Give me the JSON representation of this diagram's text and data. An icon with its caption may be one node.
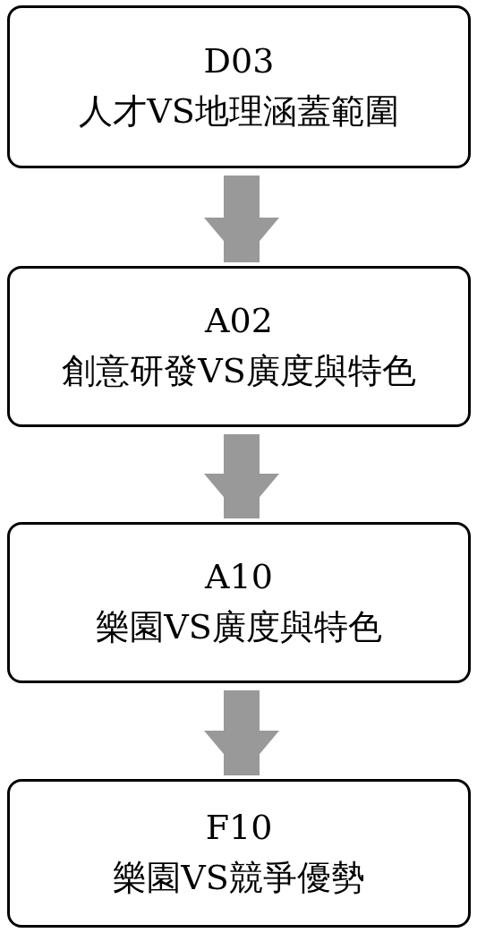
{
  "diagram": {
    "nodes": [
      {
        "text": [
          "D03",
          "人才VS地理涵蓋範圍"
        ]
      },
      {
        "text": [
          "A02",
          "創意研發VS廣度與特色"
        ]
      },
      {
        "text": [
          "A10",
          "樂園VS廣度與特色"
        ]
      },
      {
        "text": [
          "F10",
          "樂園VS競爭優勢"
        ]
      }
    ],
    "edges": [
      {
        "from": 0,
        "to": 1,
        "arrow": "to"
      },
      {
        "from": 1,
        "to": 2,
        "arrow": "to"
      },
      {
        "from": 2,
        "to": 3,
        "arrow": "to"
      }
    ]
  }
}
